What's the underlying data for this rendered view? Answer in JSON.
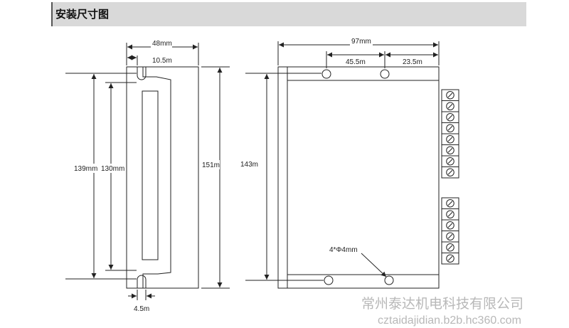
{
  "header": {
    "title": "安装尺寸图"
  },
  "front_view": {
    "width_label": "48mm",
    "offset_label": "10.5m",
    "height_outer_label": "139mm",
    "height_inner_label": "130mm",
    "height_total_label": "151m",
    "bottom_offset_label": "4.5m"
  },
  "side_view": {
    "width_label": "97mm",
    "hole_spacing_label": "45.5m",
    "edge_offset_label": "23.5m",
    "height_label": "143m",
    "hole_label": "4*Φ4mm",
    "terminal_count_top": 8,
    "terminal_count_bottom": 6
  },
  "watermark": {
    "company": "常州泰达机电科技有限公司",
    "url": "cztaidajidian.b2b.hc360.com"
  }
}
